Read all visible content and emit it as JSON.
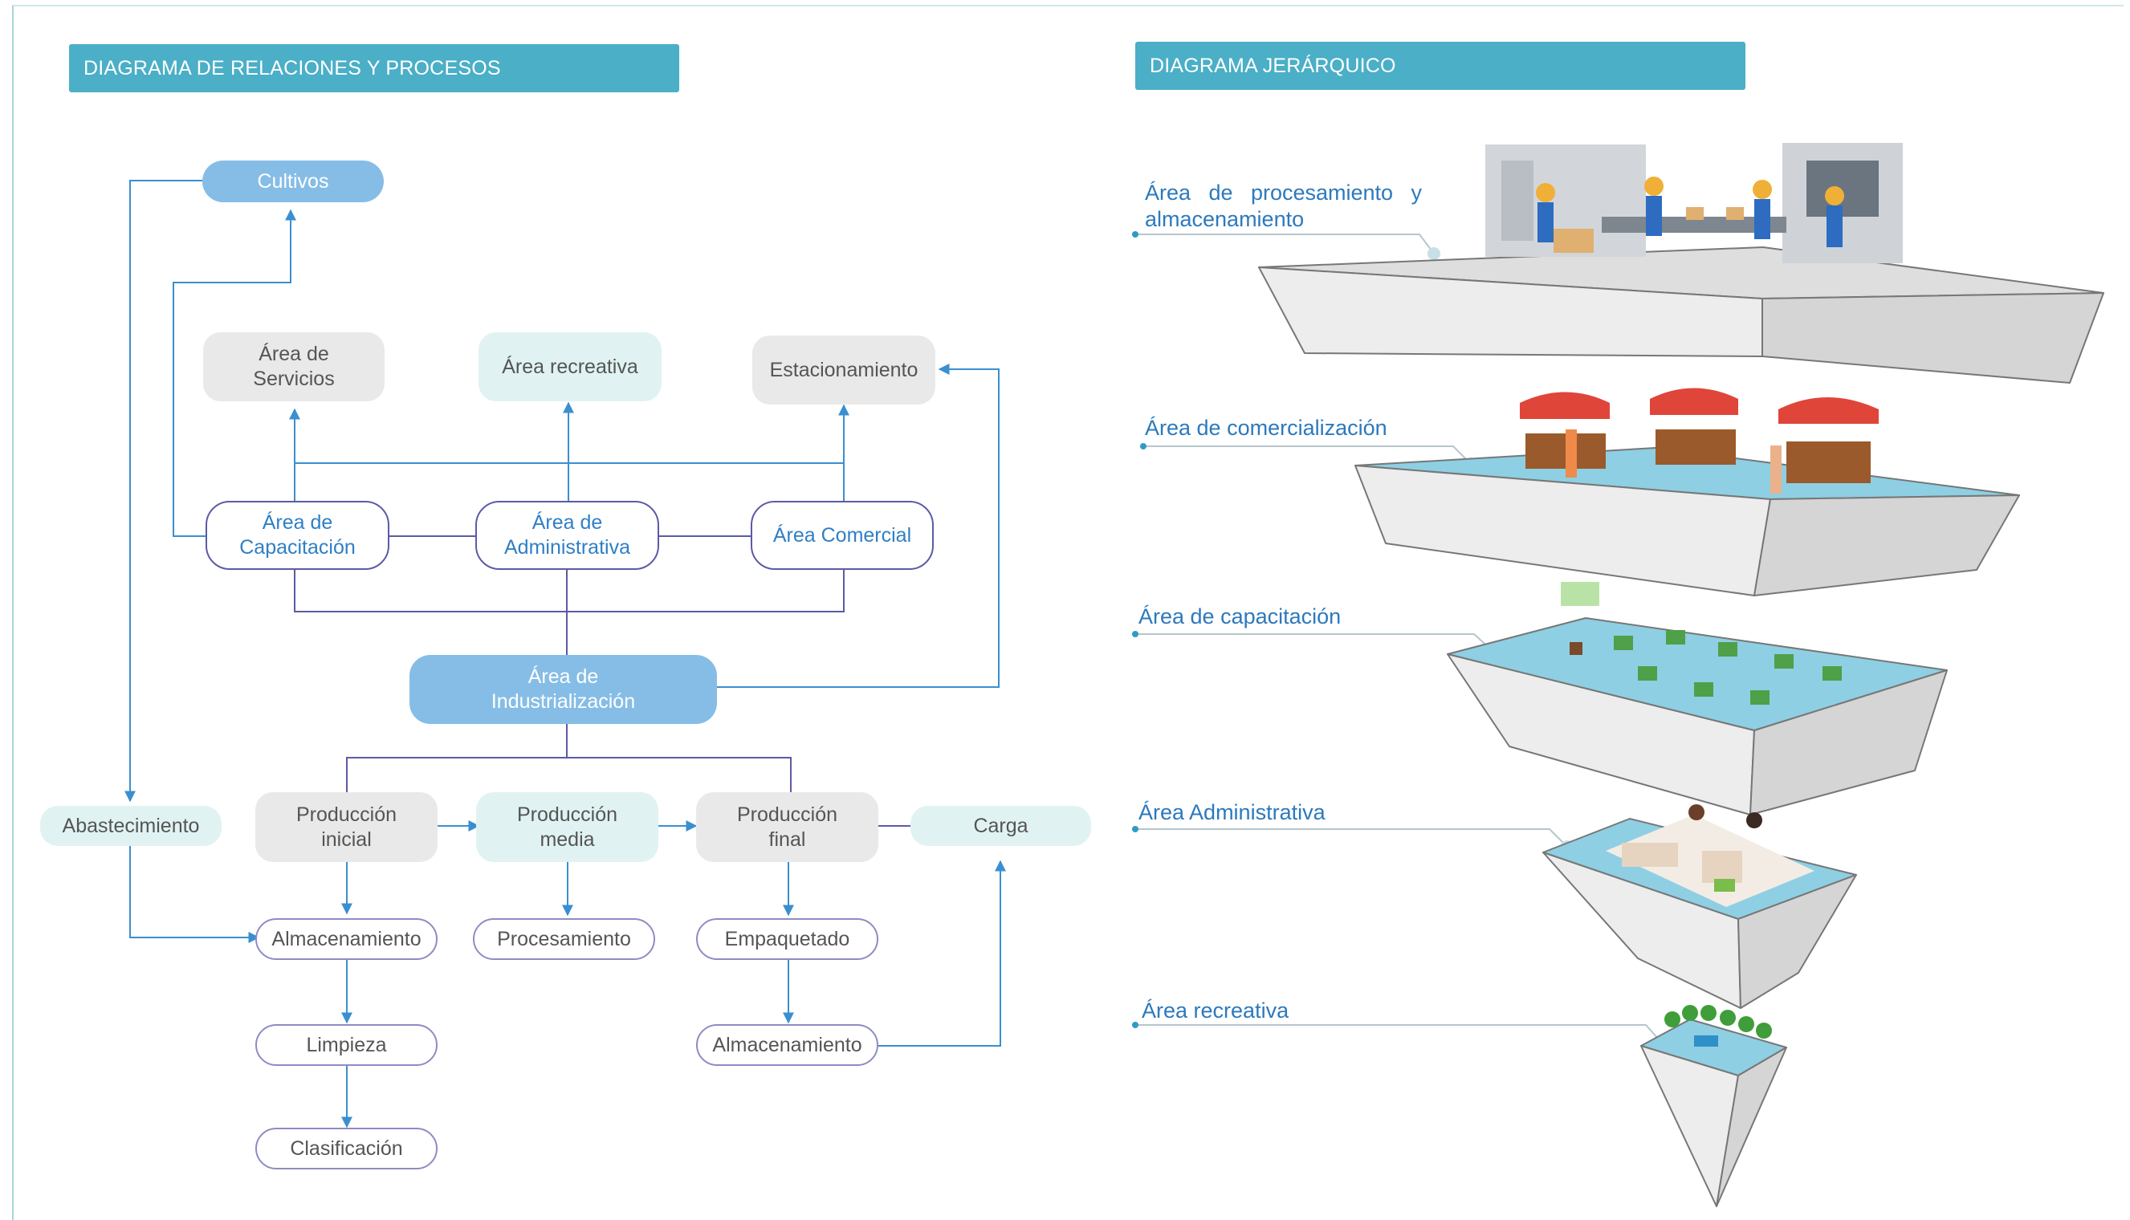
{
  "left_header": "DIAGRAMA DE RELACIONES Y PROCESOS",
  "right_header": "DIAGRAMA JERÁRQUICO",
  "nodes": {
    "cultivos": "Cultivos",
    "area_servicios": "Área de\nServicios",
    "area_recreativa": "Área recreativa",
    "estacionamiento": "Estacionamiento",
    "area_capacitacion": "Área de\nCapacitación",
    "area_administrativa": "Área de\nAdministrativa",
    "area_comercial": "Área Comercial",
    "area_industrializacion": "Área de\nIndustrialización",
    "abastecimiento": "Abastecimiento",
    "produccion_inicial": "Producción\ninicial",
    "produccion_media": "Producción\nmedia",
    "produccion_final": "Producción\nfinal",
    "carga": "Carga",
    "almacenamiento_1": "Almacenamiento",
    "procesamiento": "Procesamiento",
    "empaquetado": "Empaquetado",
    "limpieza": "Limpieza",
    "almacenamiento_2": "Almacenamiento",
    "clasificacion": "Clasificación"
  },
  "hierarchy_levels": [
    "Área de procesamiento y almacenamiento",
    "Área de comercialización",
    "Área de capacitación",
    "Área Administrativa",
    "Área recreativa"
  ],
  "colors": {
    "header": "#4aafc7",
    "connector_purple": "#5c5aa6",
    "connector_blue": "#3a8fd0",
    "level_label": "#2c79bd",
    "platform_top": "#8ecfe3"
  }
}
